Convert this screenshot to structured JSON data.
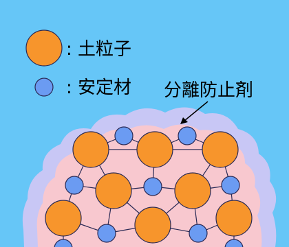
{
  "legend": {
    "soil_particle": ": 土粒子",
    "stabilizer": ": 安定材"
  },
  "annotation": {
    "anti_separation_agent": "分離防止剤"
  },
  "colors": {
    "background": "#66C6F7",
    "outer_layer": "#C8C7F5",
    "inner_layer": "#F8C8CF",
    "soil_particle": "#F7952C",
    "stabilizer": "#6B9BF2",
    "outline": "#2A2A55"
  }
}
